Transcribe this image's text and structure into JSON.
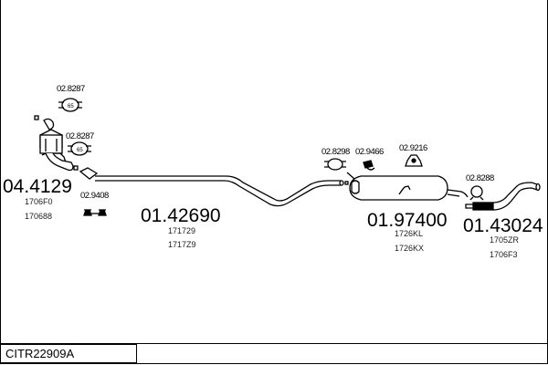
{
  "diagram_code": "CITR22909A",
  "parts": [
    {
      "id": "catalyst",
      "number": "04.4129",
      "refs": [
        "1706F0",
        "170688"
      ]
    },
    {
      "id": "front-pipe",
      "number": "01.42690",
      "refs": [
        "171729",
        "1717Z9"
      ]
    },
    {
      "id": "rear-silencer",
      "number": "01.97400",
      "refs": [
        "1726KL",
        "1726KX"
      ]
    },
    {
      "id": "tail-pipe",
      "number": "01.43024",
      "refs": [
        "1705ZR",
        "1706F3"
      ]
    }
  ],
  "accessories": [
    {
      "id": "clamp-upper",
      "number": "02.8287"
    },
    {
      "id": "clamp-lower",
      "number": "02.8287"
    },
    {
      "id": "mount-front",
      "number": "02.9408"
    },
    {
      "id": "clamp-mid",
      "number": "02.8298"
    },
    {
      "id": "hanger-bracket",
      "number": "02.9466"
    },
    {
      "id": "rubber-mount",
      "number": "02.9216"
    },
    {
      "id": "ring-clamp",
      "number": "02.8288"
    }
  ]
}
